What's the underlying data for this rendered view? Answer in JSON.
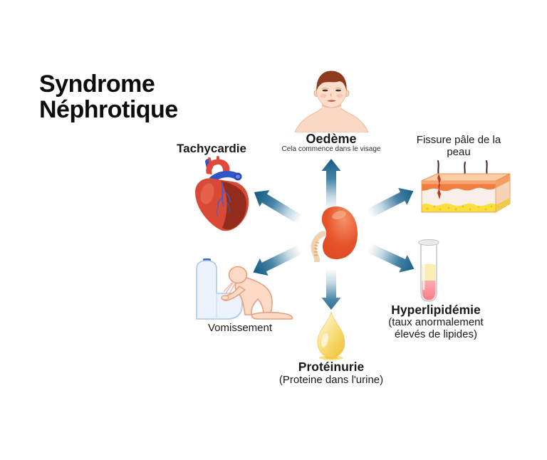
{
  "title": "Syndrome Néphrotique",
  "center": {
    "icon": "kidney-icon"
  },
  "symptoms": {
    "oedeme": {
      "label": "Oedème",
      "subtitle": "Cela commence dans le visage",
      "icon": "swollen-face-icon"
    },
    "fissure": {
      "label": "Fissure pâle de la peau",
      "icon": "skin-cross-section-icon"
    },
    "tachycardie": {
      "label": "Tachycardie",
      "icon": "anatomical-heart-icon"
    },
    "vomissement": {
      "label": "Vomissement",
      "icon": "vomiting-person-toilet-icon"
    },
    "proteinurie": {
      "label": "Protéinurie",
      "subtitle": "(Proteine dans l'urine)",
      "icon": "urine-drop-icon"
    },
    "hyperlipidemie": {
      "label": "Hyperlipidémie",
      "subtitle": "(taux anormalement élevés de lipides)",
      "icon": "test-tube-icon"
    }
  },
  "colors": {
    "background": "#ffffff",
    "title_text": "#0d0d0d",
    "label_text": "#1a1a1a",
    "arrow_teal_dark": "#175d85",
    "arrow_teal_mid": "#4884a6",
    "kidney_orange": "#e6532a",
    "heart_red": "#e0483a",
    "heart_maroon": "#8f2b1b",
    "vessel_blue": "#3055c8",
    "face_skin": "#fbddc9",
    "hair_brown": "#8e3a1e",
    "toilet_blue_fill": "#ebf2fc",
    "toilet_blue_stroke": "#abc8ea",
    "drop_yellow": "#f2c43e",
    "tube_yellow_layer": "#fbedb6",
    "tube_pink_layer": "#f87e88",
    "skin_layer_orange": "#ef7e40",
    "fat_yellow": "#fbdf3e",
    "fissure_red": "#d13a28"
  }
}
